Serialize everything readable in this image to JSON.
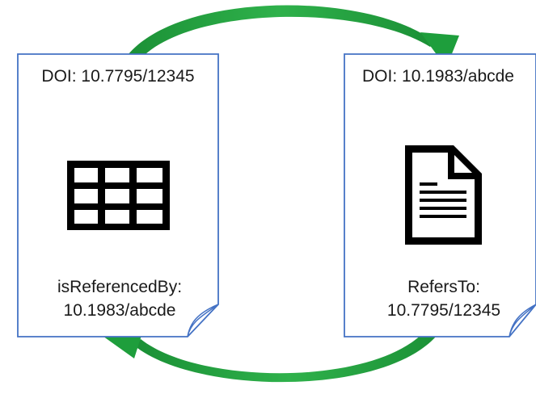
{
  "colors": {
    "page_border": "#4472c4",
    "arrow_green": "#1e9e3c",
    "icon": "#000000"
  },
  "left_doc": {
    "doi": "DOI: 10.7795/12345",
    "relation_label": "isReferencedBy:",
    "relation_target": "10.1983/abcde",
    "icon": "table-icon"
  },
  "right_doc": {
    "doi": "DOI: 10.1983/abcde",
    "relation_label": "RefersTo:",
    "relation_target": "10.7795/12345",
    "icon": "document-icon"
  },
  "arrows": {
    "top": "left-to-right",
    "bottom": "right-to-left"
  }
}
